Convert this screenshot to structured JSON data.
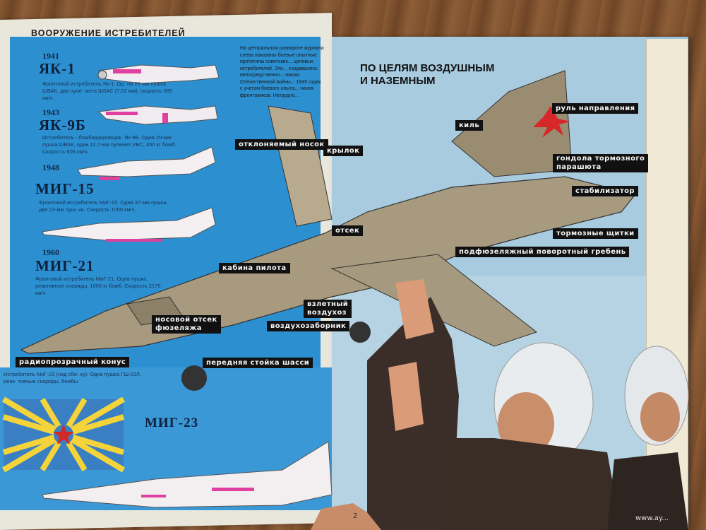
{
  "left_page": {
    "section_title": "ВООРУЖЕНИЕ ИСТРЕБИТЕЛЕЙ",
    "aircraft": [
      {
        "year": "1941",
        "model": "ЯК-1",
        "desc": "Фронтовой истребитель Як-1. Од- на 20-мм пушка ШВАК, два пуле- мета ШКАС (7,62 мм), скорость 580 км/ч."
      },
      {
        "year": "1943",
        "model": "ЯК-9Б",
        "desc": "Истребитель - бомбардировщик. Як-9Б. Одна 20-мм пушка ШВАК, один 12,7-мм пулемет УБС, 400 кг бомб. Скорость 605 км/ч."
      },
      {
        "year": "1948",
        "model": "МИГ-15",
        "desc": "Фронтовой истребитель МиГ-15. Одна 37-мм пушка, две 23-мм пуш- ки. Скорость 1050 км/ч."
      },
      {
        "year": "1960",
        "model": "МИГ-21",
        "desc": "Фронтовой истребитель МиГ-21. Одна пушка, реактивные снаряды, 1000 кг бомб. Скорость 2175 км/ч."
      }
    ],
    "mig23_desc": "Истребитель МиГ-23 (над сбо- ку). Одна пушка ГШ-23Л, реак- тивные снаряды, бомбы.",
    "mig23_title": "МИГ-23",
    "intro_text": "На центральном развороте журнала слева показаны боевые опытные прототипы советских... целевых истребителей. Эти... создавались непосредственно... ником Отечественной войны... 1945 годах с учетом боевого опыта... чиков-фронтовиков. Нетрудно..."
  },
  "right_page": {
    "headline_line1": "ПО ЦЕЛЯМ ВОЗДУШНЫМ",
    "headline_line2": "И НАЗЕМНЫМ"
  },
  "labels": {
    "nil": "киль",
    "rudder": "руль направления",
    "deflected_nose": "отклоняемый носок",
    "wing": "крылок",
    "brake_chute_1": "гондола тормозного",
    "brake_chute_2": "парашюта",
    "stabilizer": "стабилизатор",
    "compartment": "отсек",
    "brake_flaps": "тормозные щитки",
    "ventral_fin": "подфюзеляжный поворотный гребень",
    "cockpit": "кабина пилота",
    "takeoff_intake_1": "взлетный",
    "takeoff_intake_2": "воздухоз",
    "nose_compartment_1": "носовой отсек",
    "nose_compartment_2": "фюзеляжа",
    "air_intake": "воздухозаборник",
    "radome": "радиопрозрачный конус",
    "nose_gear": "передняя стойка шасси"
  },
  "page_number": "2",
  "watermark": "www.ay..."
}
